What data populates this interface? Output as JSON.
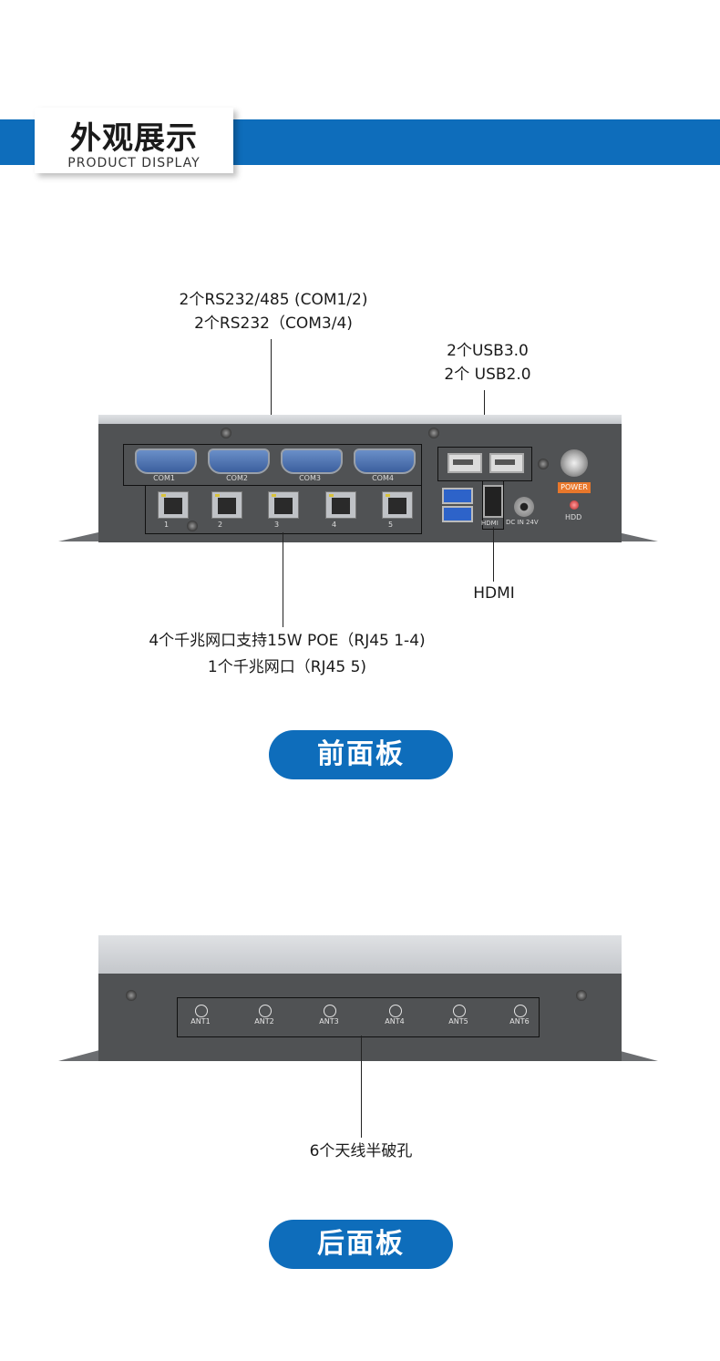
{
  "header": {
    "title_cn": "外观展示",
    "title_en": "PRODUCT DISPLAY"
  },
  "front": {
    "com_label_1": "2个RS232/485 (COM1/2)",
    "com_label_2": "2个RS232（COM3/4)",
    "usb_label_1": "2个USB3.0",
    "usb_label_2": "2个 USB2.0",
    "hdmi_label": "HDMI",
    "lan_label_1": "4个千兆网口支持15W POE（RJ45 1-4)",
    "lan_label_2": "1个千兆网口（RJ45 5)",
    "com_ports": [
      "COM1",
      "COM2",
      "COM3",
      "COM4"
    ],
    "lan_ports": [
      "1",
      "2",
      "3",
      "4",
      "5"
    ],
    "hdmi_port": "HDMI",
    "dc_port": "DC IN 24V",
    "power": "POWER",
    "hdd": "HDD",
    "panel_name": "前面板"
  },
  "rear": {
    "ant_ports": [
      "ANT1",
      "ANT2",
      "ANT3",
      "ANT4",
      "ANT5",
      "ANT6"
    ],
    "ant_label": "6个天线半破孔",
    "panel_name": "后面板"
  },
  "colors": {
    "brand_blue": "#0e6dbb",
    "chassis": "#505254",
    "power_badge": "#e8772b"
  }
}
